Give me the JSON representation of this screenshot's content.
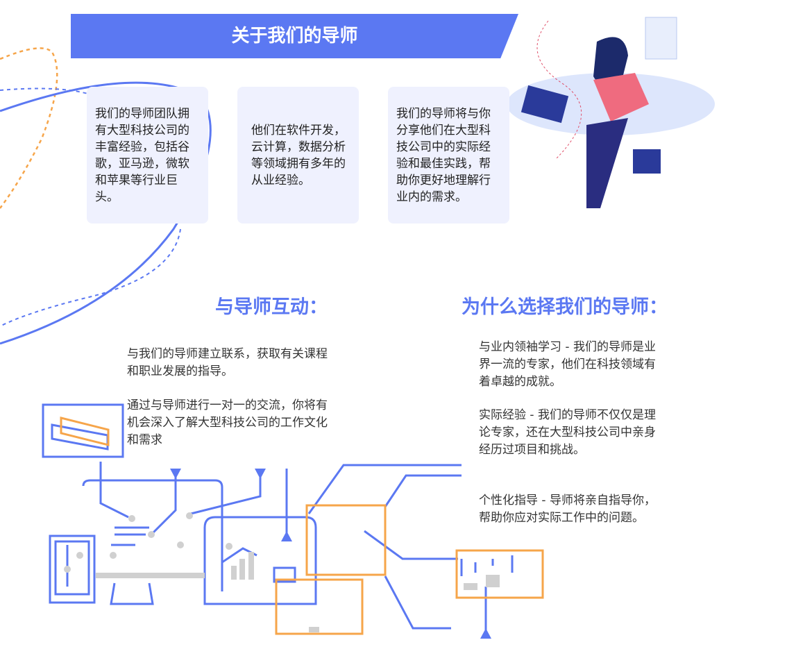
{
  "banner": {
    "title": "关于我们的导师"
  },
  "cards": [
    "我们的导师团队拥有大型科技公司的丰富经验，包括谷歌，亚马逊，微软和苹果等行业巨头。",
    "他们在软件开发，云计算，数据分析等领域拥有多年的从业经验。",
    "我们的导师将与你分享他们在大型科技公司中的实际经验和最佳实践，帮助你更好地理解行业内的需求。"
  ],
  "interact": {
    "title": "与导师互动：",
    "paragraphs": [
      "与我们的导师建立联系，获取有关课程和职业发展的指导。",
      "通过与导师进行一对一的交流，你将有机会深入了解大型科技公司的工作文化和需求"
    ]
  },
  "why": {
    "title": "为什么选择我们的导师：",
    "paragraphs": [
      "与业内领袖学习 - 我们的导师是业界一流的专家，他们在科技领域有着卓越的成就。",
      "实际经验 - 我们的导师不仅仅是理论专家，还在大型科技公司中亲身经历过项目和挑战。",
      "个性化指导 - 导师将亲自指导你，帮助你应对实际工作中的问题。"
    ]
  },
  "colors": {
    "accent": "#5b78f2",
    "orange": "#f6a54a",
    "card": "#eff1fe"
  }
}
